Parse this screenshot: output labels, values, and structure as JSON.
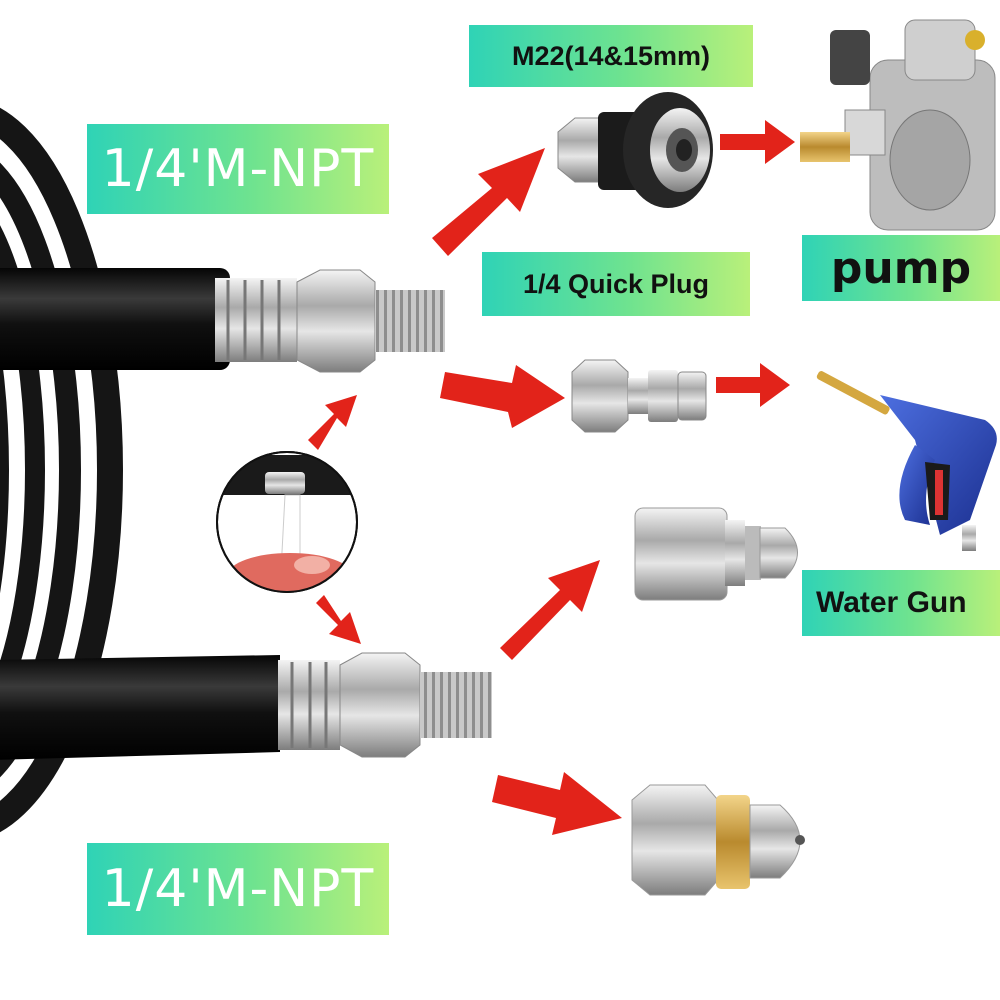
{
  "labels": {
    "npt_top": "1/4'M-NPT",
    "npt_bottom": "1/4'M-NPT",
    "m22": "M22(14&15mm)",
    "quick_plug": "1/4 Quick Plug",
    "pump": "pump",
    "water_gun": "Water Gun"
  },
  "colors": {
    "arrow": "#e2231a",
    "hose": "#141414",
    "label_gradient_start": "#2fd3b6",
    "label_gradient_end": "#b9f07a",
    "npt_text": "#ffffff",
    "gun_body": "#2846b8"
  }
}
